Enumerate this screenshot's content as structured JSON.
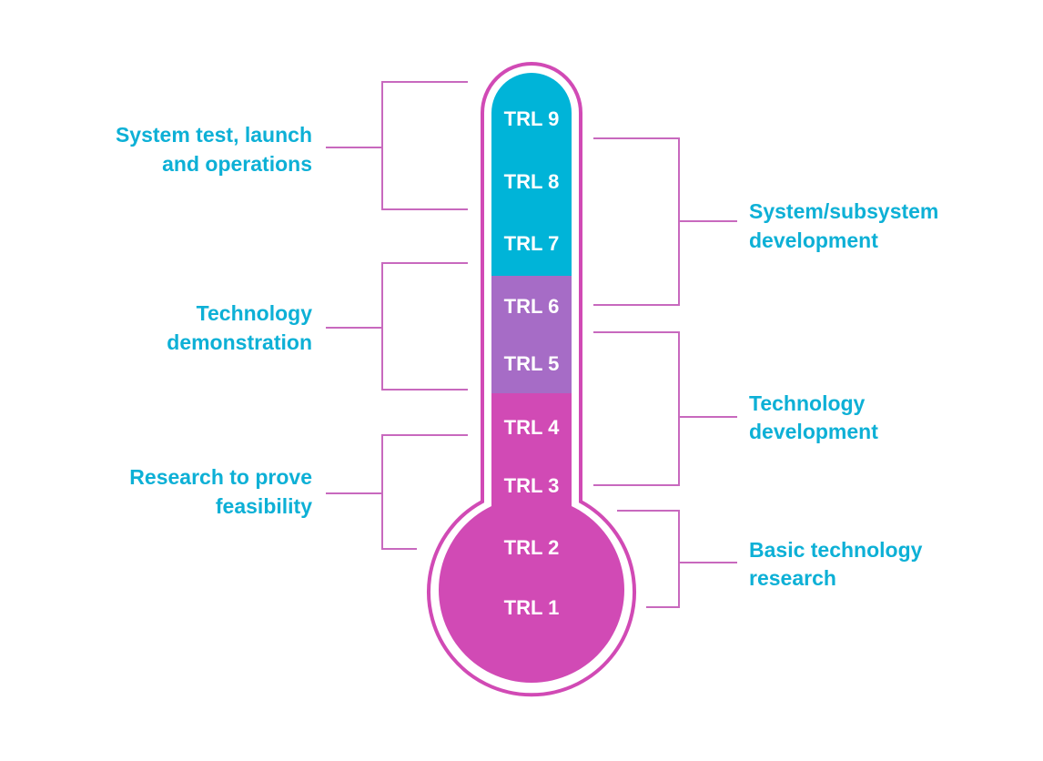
{
  "colors": {
    "cyan": "#00b4d8",
    "purple": "#a66cc6",
    "magenta": "#d14ab5",
    "outline": "#d14ab5",
    "bracket": "#c869be",
    "label": "#0db0d6",
    "trl_text": "#ffffff"
  },
  "levels": [
    "TRL 1",
    "TRL 2",
    "TRL 3",
    "TRL 4",
    "TRL 5",
    "TRL 6",
    "TRL 7",
    "TRL 8",
    "TRL 9"
  ],
  "left_groups": [
    {
      "lines": [
        "System test, launch",
        "and operations"
      ]
    },
    {
      "lines": [
        "Technology",
        "demonstration"
      ]
    },
    {
      "lines": [
        "Research to prove",
        "feasibility"
      ]
    }
  ],
  "right_groups": [
    {
      "lines": [
        "System/subsystem",
        "development"
      ]
    },
    {
      "lines": [
        "Technology",
        "development"
      ]
    },
    {
      "lines": [
        "Basic technology",
        "research"
      ]
    }
  ]
}
